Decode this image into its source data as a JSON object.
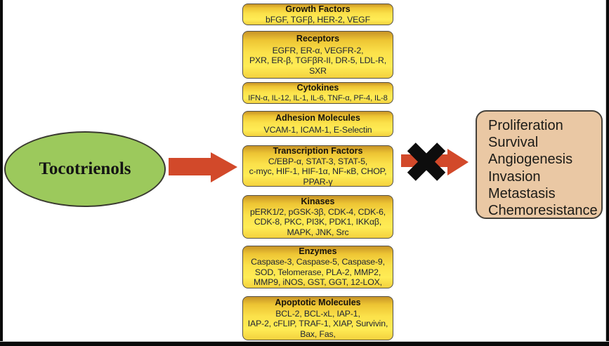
{
  "diagram": {
    "subject": {
      "label": "Tocotrienols"
    },
    "boxes": [
      {
        "title": "Growth Factors",
        "items": "bFGF, TGFβ, HER-2, VEGF"
      },
      {
        "title": "Receptors",
        "items": "EGFR, ER-α, VEGFR-2,\nPXR, ER-β, TGFβR-II, DR-5, LDL-R,\nSXR"
      },
      {
        "title": "Cytokines",
        "items": "IFN-α, IL-12, IL-1, IL-6, TNF-α, PF-4, IL-8"
      },
      {
        "title": "Adhesion Molecules",
        "items": "VCAM-1, ICAM-1, E-Selectin"
      },
      {
        "title": "Transcription Factors",
        "items": "C/EBP-α, STAT-3, STAT-5,\nc-myc, HIF-1, HIF-1α, NF-κB, CHOP,\nPPAR-γ"
      },
      {
        "title": "Kinases",
        "items": "pERK1/2, pGSK-3β, CDK-4, CDK-6,\nCDK-8, PKC, PI3K, PDK1, IKKαβ,\nMAPK, JNK, Src"
      },
      {
        "title": "Enzymes",
        "items": "Caspase-3, Caspase-5, Caspase-9,\nSOD, Telomerase, PLA-2, MMP2,\nMMP9, iNOS, GST, GGT, 12-LOX,"
      },
      {
        "title": "Apoptotic Molecules",
        "items": "BCL-2, BCL-xL, IAP-1,\nIAP-2, cFLIP, TRAF-1, XIAP, Survivin,\nBax, Fas,"
      }
    ],
    "outcomes": {
      "lines": [
        "Proliferation",
        "Survival",
        "Angiogenesis",
        "Invasion",
        "Metastasis",
        "Chemoresistance"
      ]
    },
    "colors": {
      "subject_fill": "#9cc95c",
      "subject_border": "#3a3a30",
      "target_box_gradient_top": "#c89427",
      "target_box_gradient_main": "#ffe94f",
      "target_box_border": "#55524a",
      "arrow_red": "#d2492a",
      "blocker_black": "#0d0d0d",
      "outcome_fill": "#eac8a4",
      "outcome_border": "#45413a",
      "frame_black": "#0a0a0a"
    }
  }
}
